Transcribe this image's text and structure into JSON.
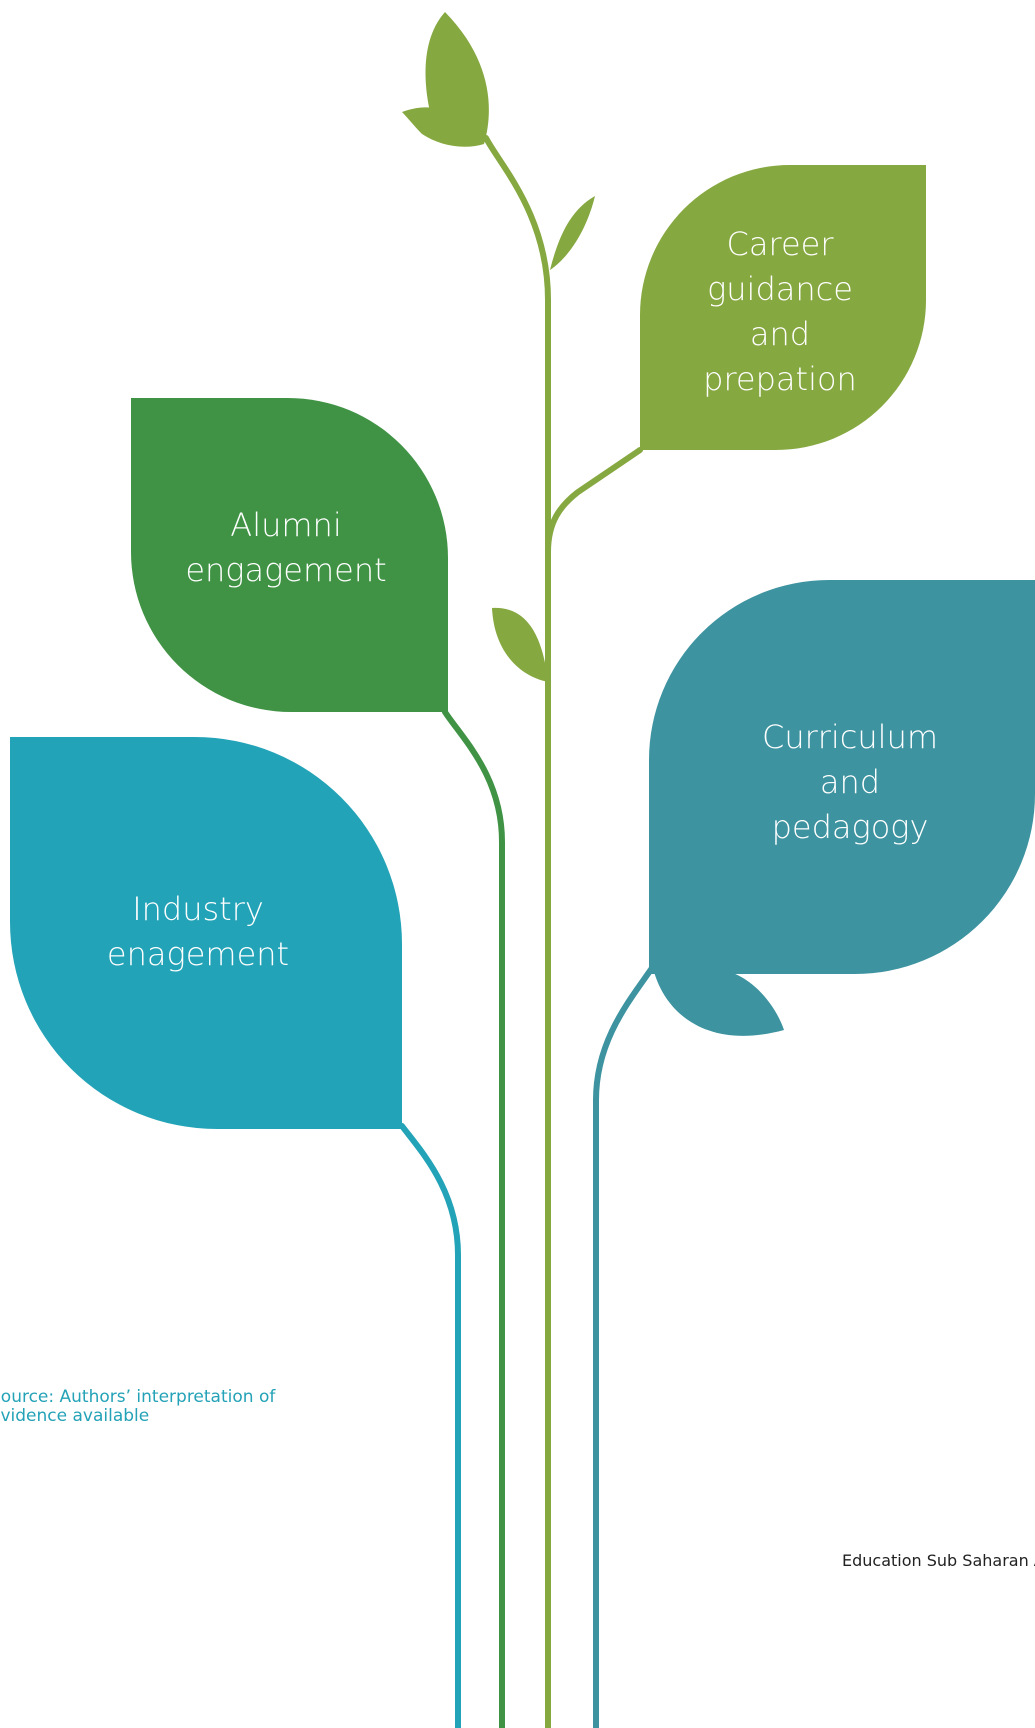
{
  "colors": {
    "lime": "#86a840",
    "green": "#409345",
    "cyan": "#23a3b7",
    "teal": "#3d93a0"
  },
  "leaves": {
    "career": "Career\nguidance\nand\nprepation",
    "alumni": "Alumni\nengagement",
    "curriculum": "Curriculum\nand\npedagogy",
    "industry": "Industry\nenagement"
  },
  "source_note": "Source: Authors’ interpretation of evidence available",
  "footer": "Education Sub Saharan Africa"
}
